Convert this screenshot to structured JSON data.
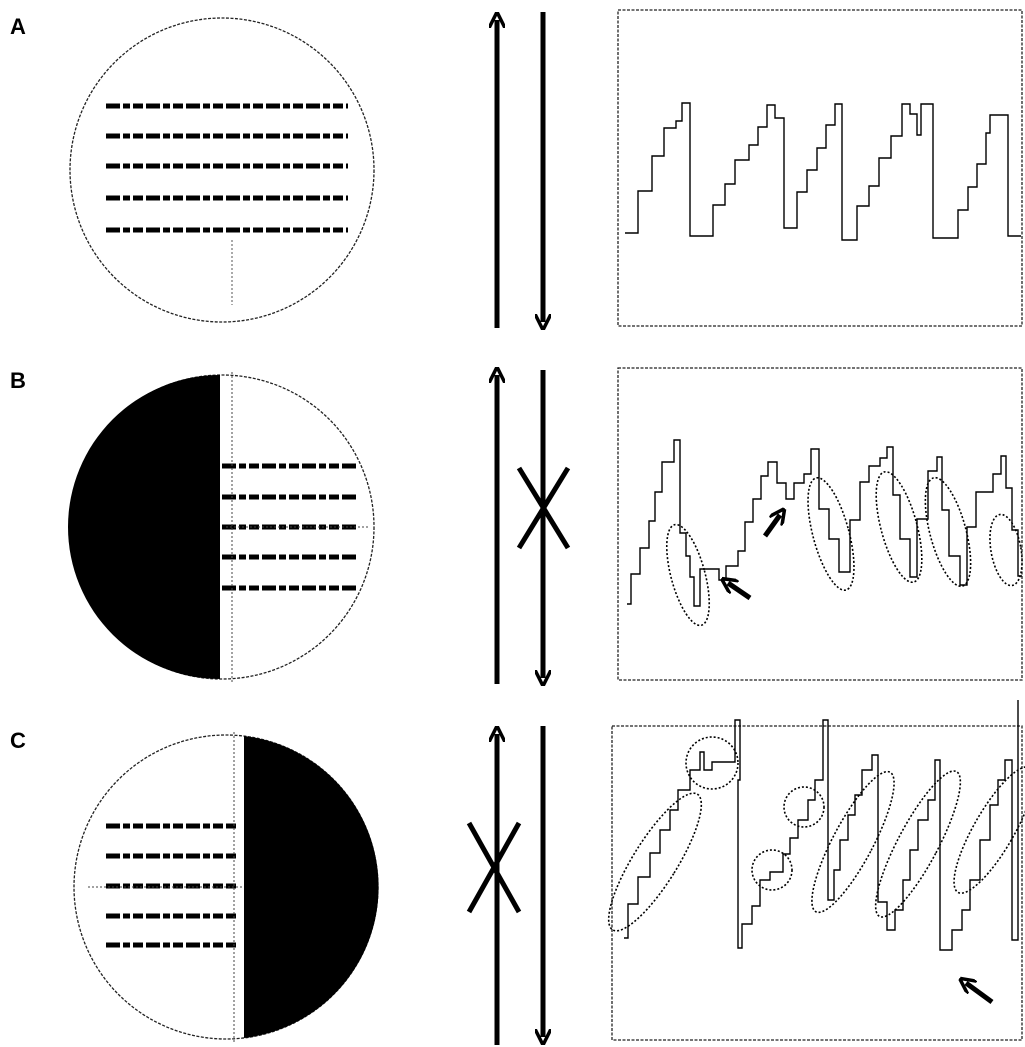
{
  "figure": {
    "panels": [
      {
        "label": "A",
        "field": {
          "scotoma": "none"
        },
        "arrows": {
          "up": true,
          "down": true,
          "crossed": false
        },
        "trace": {
          "regressions_circled": false
        }
      },
      {
        "label": "B",
        "field": {
          "scotoma": "left"
        },
        "arrows": {
          "up": true,
          "down": true,
          "crossed": true
        },
        "trace": {
          "regressions_circled": true
        }
      },
      {
        "label": "C",
        "field": {
          "scotoma": "right"
        },
        "arrows": {
          "up": true,
          "down": true,
          "crossed": true
        },
        "trace": {
          "regressions_circled": true
        }
      }
    ],
    "colors": {
      "ink": "#000000",
      "paper": "#ffffff",
      "scotoma": "#000000"
    }
  }
}
